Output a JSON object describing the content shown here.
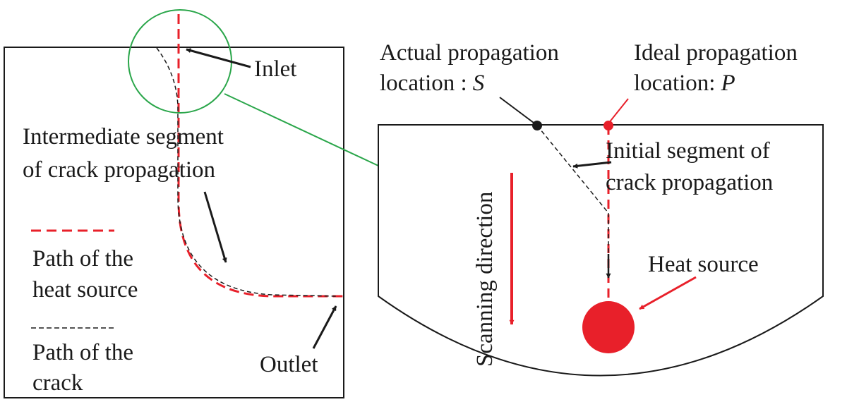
{
  "colors": {
    "line": "#1a1a1a",
    "heat": "#e8202a",
    "zoom": "#2aa64a",
    "background": "#ffffff"
  },
  "left_panel": {
    "inlet_label": "Inlet",
    "outlet_label": "Outlet",
    "intermediate_label_line1": "Intermediate segment",
    "intermediate_label_line2": "of crack propagation",
    "legend": {
      "heat_path_line1": "Path of  the",
      "heat_path_line2": "heat source",
      "crack_path_line1": "Path of  the",
      "crack_path_line2": "crack"
    }
  },
  "right_panel": {
    "actual_label_line1": "Actual propagation",
    "actual_label_line2": "location :",
    "actual_symbol": "S",
    "ideal_label_line1": "Ideal propagation",
    "ideal_label_line2": "location:",
    "ideal_symbol": "P",
    "initial_label_line1": "Initial segment of",
    "initial_label_line2": "crack propagation",
    "heat_source_label": "Heat source",
    "scanning_label": "Scanning direction"
  }
}
